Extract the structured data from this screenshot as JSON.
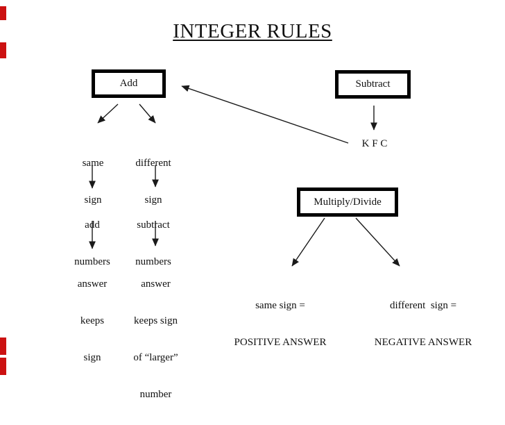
{
  "title": "INTEGER RULES",
  "accent_color": "#cc1111",
  "nodes": {
    "add_box": "Add",
    "subtract_box": "Subtract",
    "multiply_box": "Multiply/Divide",
    "same_sign": [
      "same",
      "sign"
    ],
    "different_sign": [
      "different",
      "sign"
    ],
    "add_numbers": [
      "add",
      "numbers"
    ],
    "subtract_numbers": [
      "subtract",
      "numbers"
    ],
    "answer_keeps_sign": [
      "answer",
      "keeps",
      "sign"
    ],
    "answer_keeps_larger": [
      "answer",
      "keeps sign",
      "of “larger”",
      "number"
    ],
    "kfc": "K F C",
    "positive_result": [
      "same sign =",
      "POSITIVE ANSWER"
    ],
    "negative_result": [
      "different  sign =",
      "NEGATIVE ANSWER"
    ]
  }
}
